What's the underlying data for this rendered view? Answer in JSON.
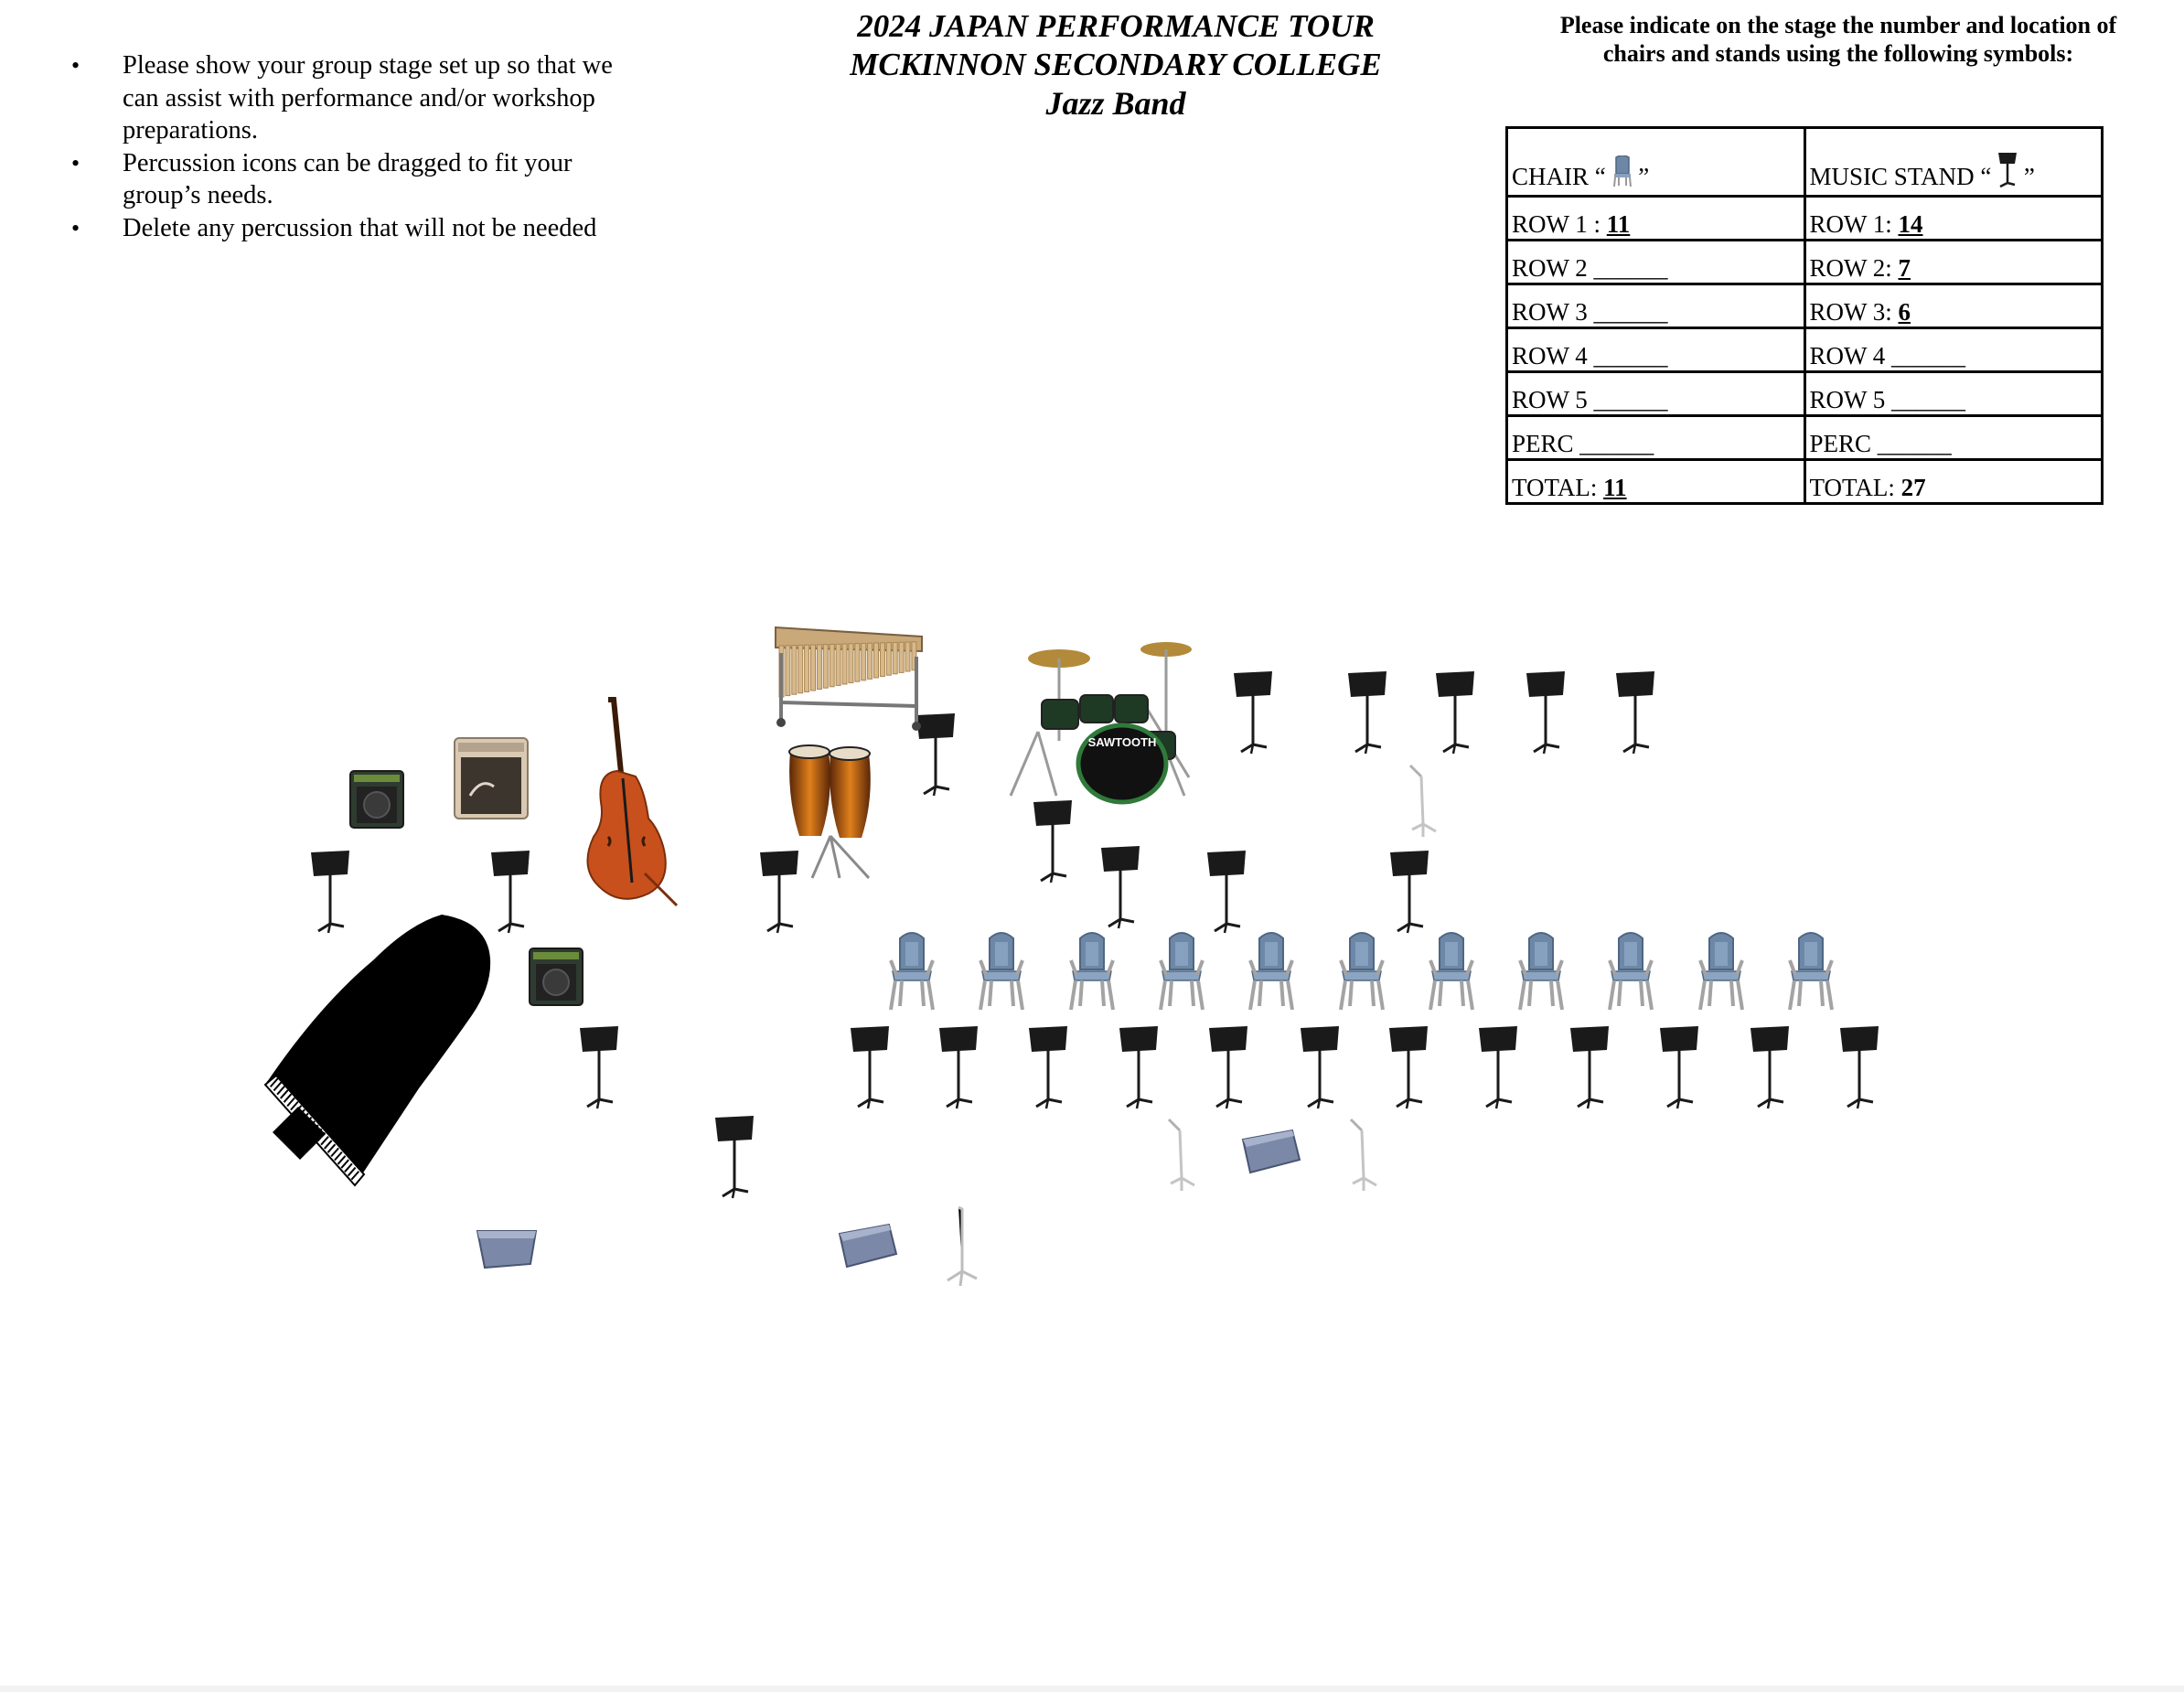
{
  "instructions": [
    "Please show your group stage set up so that we can assist with performance and/or workshop preparations.",
    "Percussion icons can be dragged to fit your group’s needs.",
    "Delete any percussion that will not be needed"
  ],
  "title": {
    "line1": "2024 JAPAN PERFORMANCE TOUR",
    "line2": "MCKINNON SECONDARY COLLEGE",
    "line3": "Jazz Band"
  },
  "symbols_note": "Please indicate on the stage the number and location of chairs and stands using the following symbols:",
  "table": {
    "chair_header": "CHAIR",
    "stand_header": "MUSIC STAND",
    "open_quote": "“",
    "close_quote": "”",
    "blank": "______",
    "rows": [
      {
        "chair_label": "ROW 1 : ",
        "chair_value": "11",
        "stand_label": "ROW 1: ",
        "stand_value": "14"
      },
      {
        "chair_label": "ROW 2 ",
        "chair_value": "",
        "stand_label": "ROW 2: ",
        "stand_value": "7"
      },
      {
        "chair_label": "ROW 3 ",
        "chair_value": "",
        "stand_label": "ROW 3: ",
        "stand_value": "6"
      },
      {
        "chair_label": "ROW 4 ",
        "chair_value": "",
        "stand_label": "ROW 4 ",
        "stand_value": ""
      },
      {
        "chair_label": "ROW 5 ",
        "chair_value": "",
        "stand_label": "ROW 5 ",
        "stand_value": ""
      },
      {
        "chair_label": "PERC ",
        "chair_value": "",
        "stand_label": "PERC ",
        "stand_value": ""
      },
      {
        "chair_label": "TOTAL: ",
        "chair_value": "11",
        "stand_label": "TOTAL: ",
        "stand_value": "27"
      }
    ]
  },
  "stage": {
    "drum_logo": "SAWTOOTH",
    "colors": {
      "chair": "#6d87a6",
      "chair_dark": "#4f6684",
      "stand": "#1a1a1a",
      "wedge": "#7b88a8",
      "bass": "#c8501c",
      "conga": "#b8531a",
      "marimba_bar": "#d8b98a",
      "piano": "#000000",
      "amp_green": "#2f3b30",
      "amp_tan": "#d9c8b2"
    },
    "icons": [
      "music-stand-icon",
      "chair-icon",
      "drum-kit-icon",
      "marimba-icon",
      "conga-drums-icon",
      "double-bass-icon",
      "grand-piano-icon",
      "guitar-amp-icon",
      "floor-monitor-icon",
      "mic-stand-icon"
    ]
  }
}
